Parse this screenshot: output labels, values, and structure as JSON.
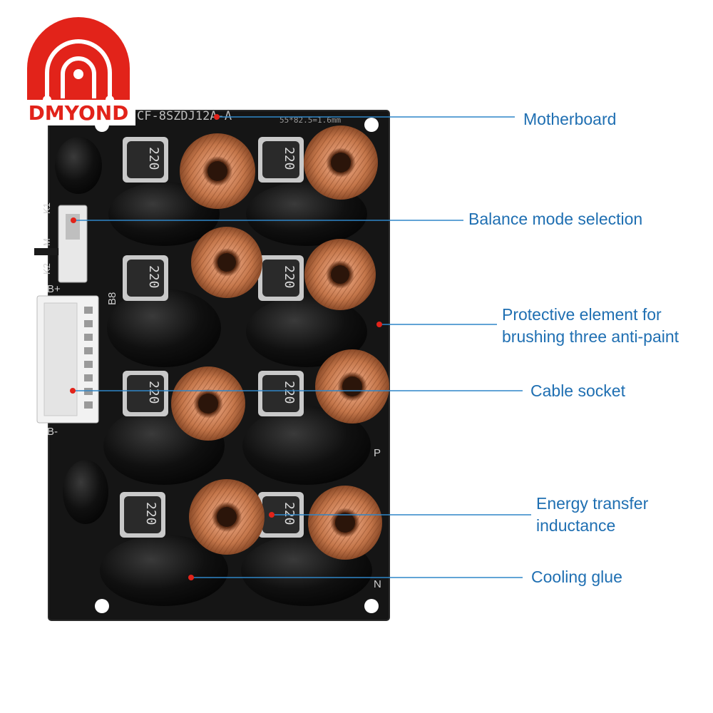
{
  "brand": {
    "logo_text": "DMYOND",
    "accent_color": "#e2231a"
  },
  "board": {
    "silkscreen_model": "CF-8SZDJ12A-A",
    "silkscreen_size": "55*82.5=1.6mm",
    "inductor_marking": "220",
    "labels": {
      "k1": "K1",
      "m": "M",
      "k2": "K2",
      "b_plus": "B+",
      "b8": "B8",
      "b_minus": "B-",
      "p": "P",
      "n": "N"
    }
  },
  "callouts": {
    "motherboard": "Motherboard",
    "balance_mode": "Balance mode selection",
    "protective_line1": "Protective element for",
    "protective_line2": "brushing three anti-paint",
    "cable_socket": "Cable socket",
    "energy_line1": "Energy transfer",
    "energy_line2": "inductance",
    "cooling_glue": "Cooling glue"
  },
  "colors": {
    "callout_text": "#1f6fb2",
    "leader_line": "#2f86c8",
    "leader_dot": "#e2231a",
    "pcb": "#151515",
    "copper": "#c87a4a"
  }
}
